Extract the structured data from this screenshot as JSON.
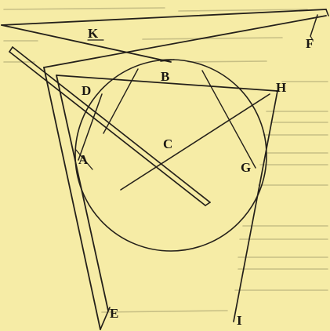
{
  "figure": {
    "background": "#f6eca6",
    "ink_color": "#24201a",
    "show_through_color": "#8f8a5e",
    "labels": {
      "K": "K",
      "F": "F",
      "D": "D",
      "B": "B",
      "H": "H",
      "C": "C",
      "A": "A",
      "G": "G",
      "E": "E",
      "I": "I"
    }
  }
}
